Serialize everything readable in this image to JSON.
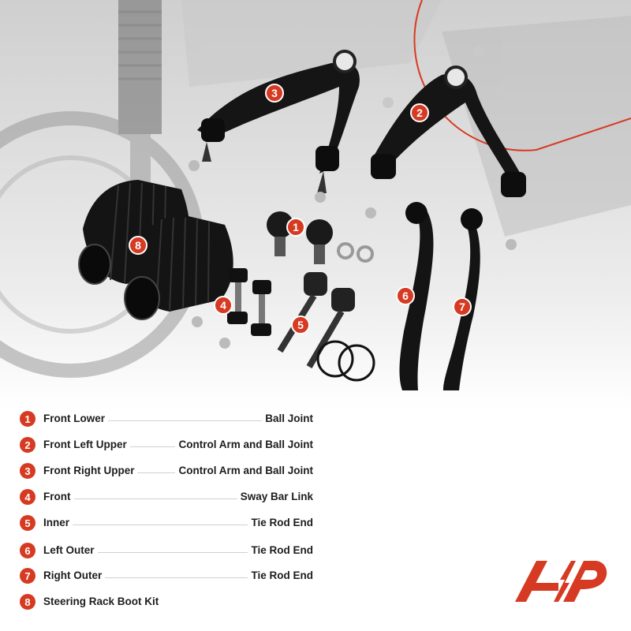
{
  "callout_numbers": [
    "1",
    "2",
    "3",
    "4",
    "5",
    "6",
    "7",
    "8"
  ],
  "legend": [
    {
      "num": "1",
      "left": "Front Lower",
      "right": "Ball Joint"
    },
    {
      "num": "2",
      "left": "Front Left Upper",
      "right": "Control Arm and Ball Joint"
    },
    {
      "num": "3",
      "left": "Front Right Upper",
      "right": "Control Arm and Ball Joint"
    },
    {
      "num": "4",
      "left": "Front",
      "right": "Sway Bar Link"
    },
    {
      "num": "5",
      "left": "Inner",
      "right": "Tie Rod End"
    },
    {
      "num": "6",
      "left": "Left Outer",
      "right": "Tie Rod End"
    },
    {
      "num": "7",
      "left": "Right Outer",
      "right": "Tie Rod End"
    },
    {
      "num": "8",
      "left": "Steering Rack Boot Kit",
      "right": ""
    }
  ],
  "colors": {
    "accent": "#d63a22",
    "text": "#1d1d1d",
    "part": "#111111"
  }
}
